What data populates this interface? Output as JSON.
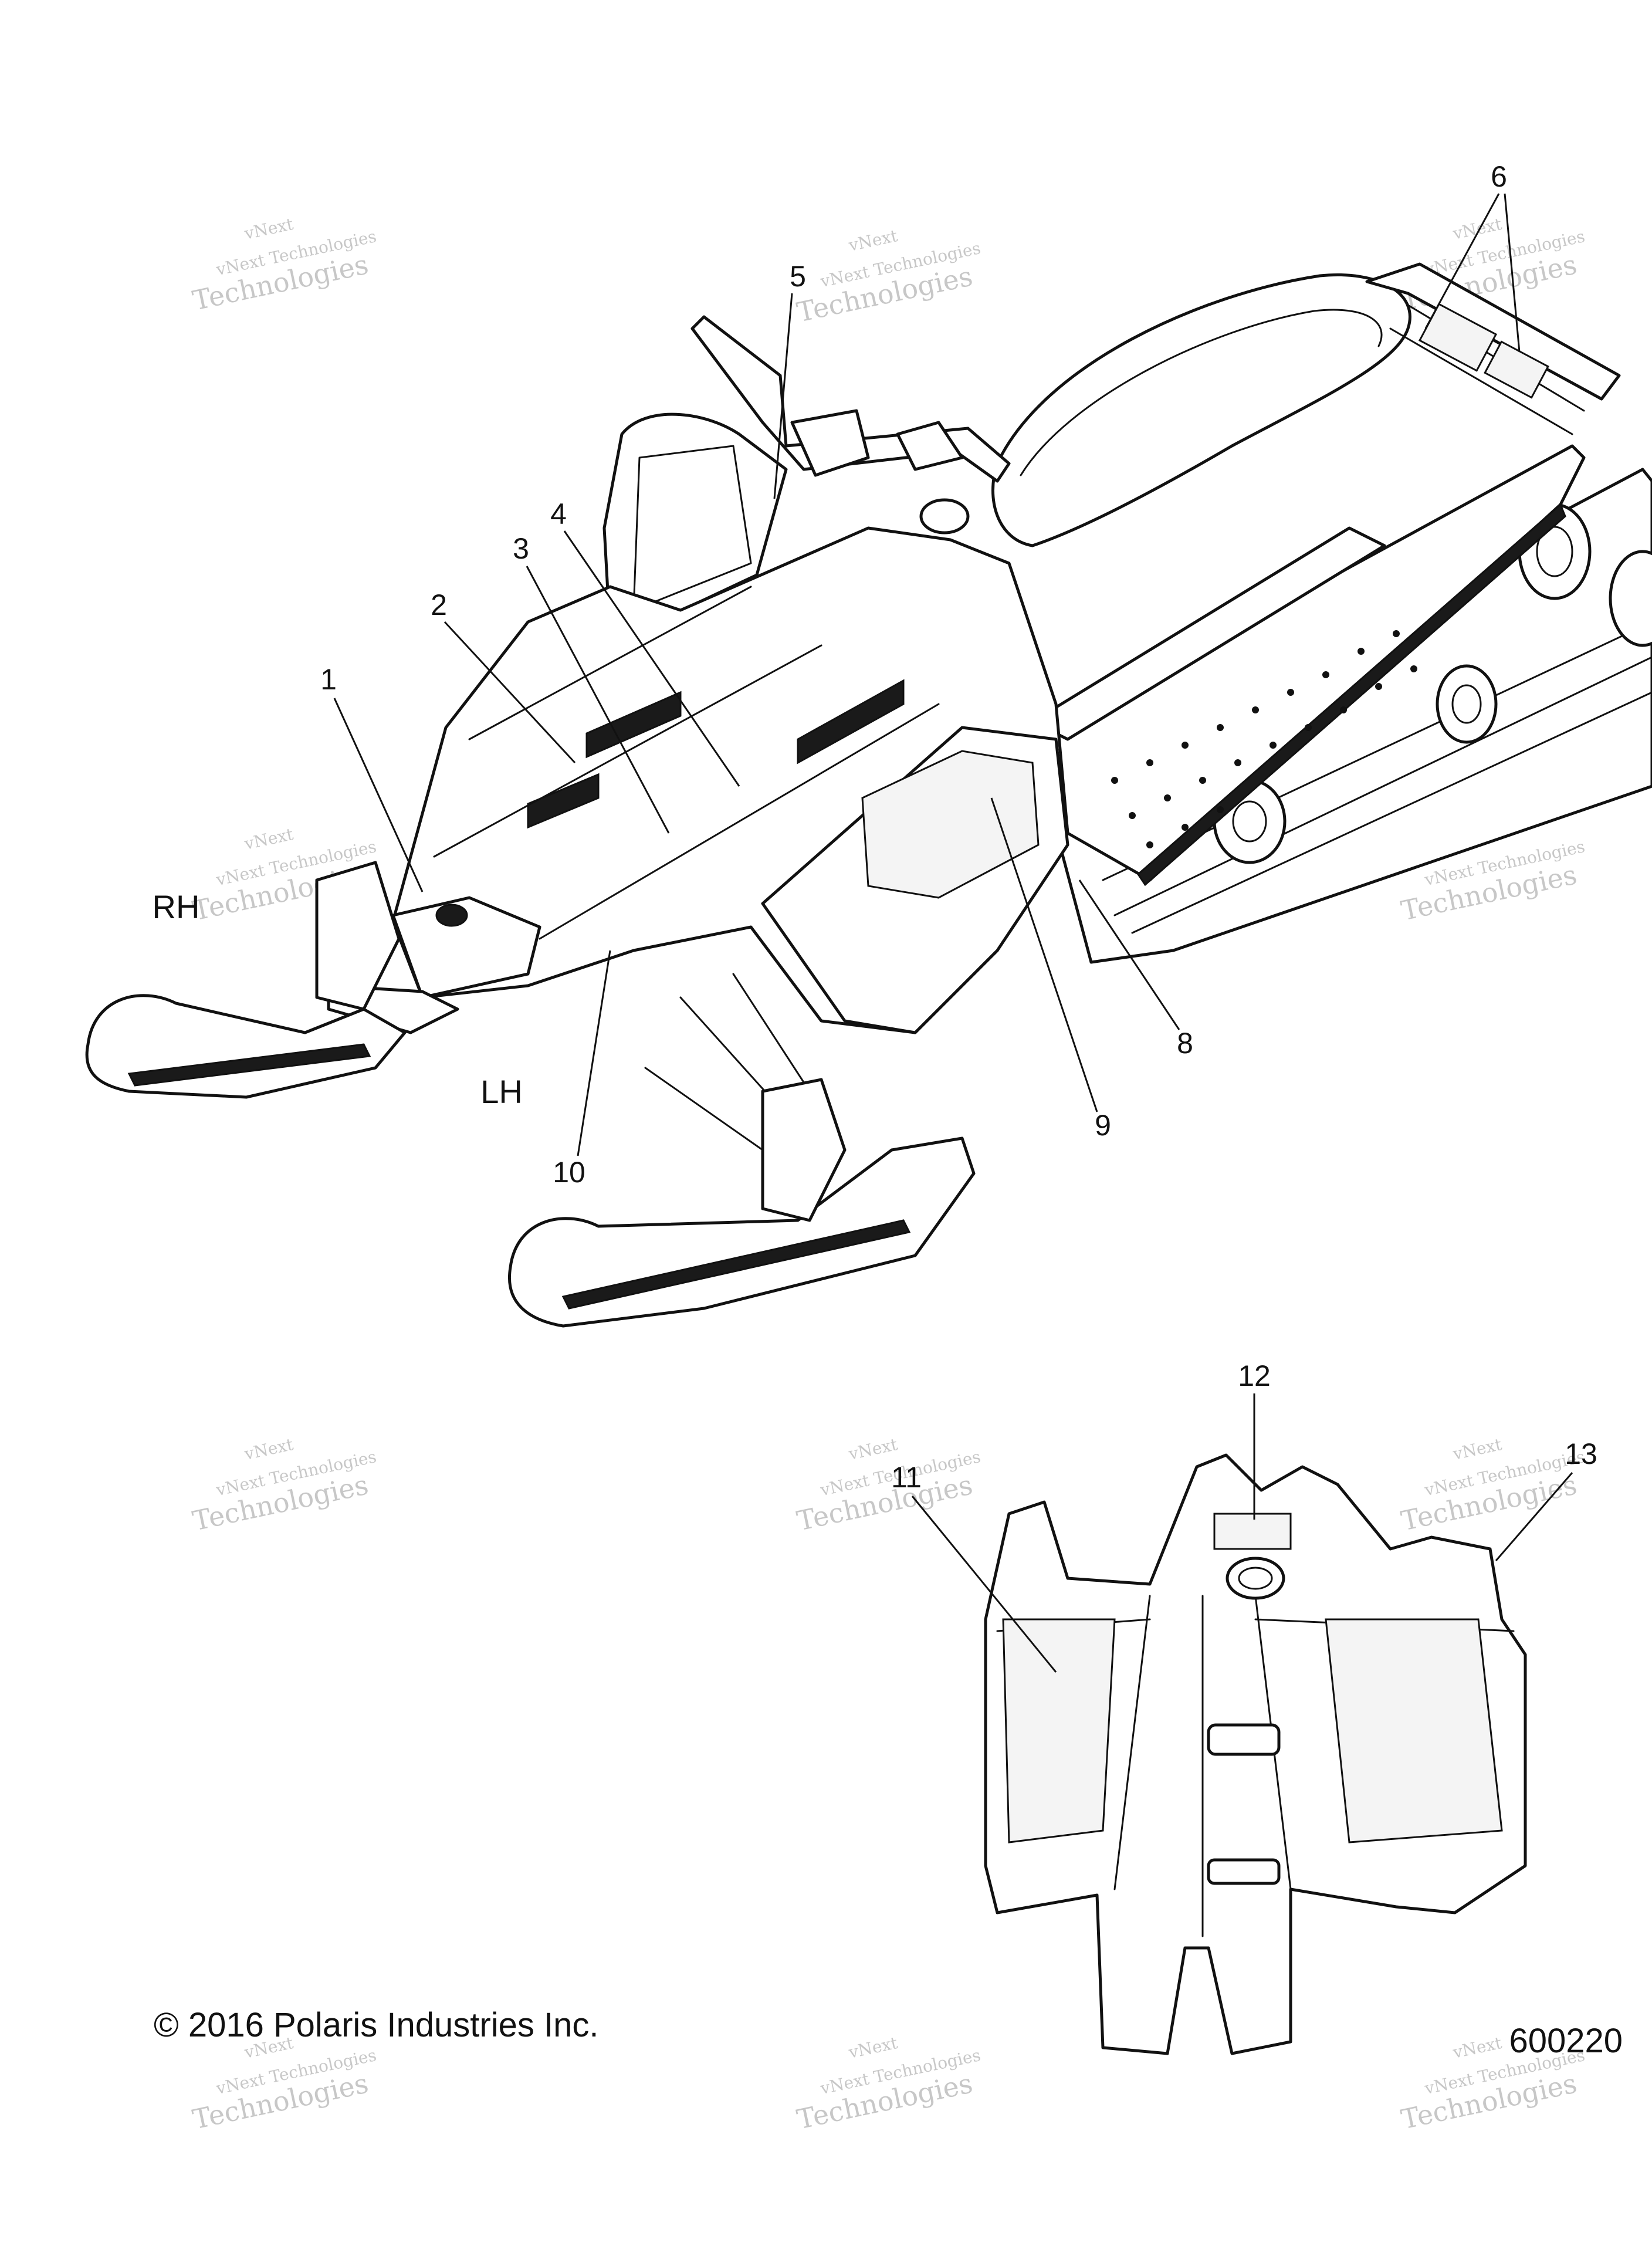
{
  "callouts": [
    {
      "id": "1",
      "label": "1"
    },
    {
      "id": "2",
      "label": "2"
    },
    {
      "id": "3",
      "label": "3"
    },
    {
      "id": "4",
      "label": "4"
    },
    {
      "id": "5",
      "label": "5"
    },
    {
      "id": "6",
      "label": "6"
    },
    {
      "id": "8",
      "label": "8"
    },
    {
      "id": "9",
      "label": "9"
    },
    {
      "id": "10",
      "label": "10"
    },
    {
      "id": "11",
      "label": "11"
    },
    {
      "id": "12",
      "label": "12"
    },
    {
      "id": "13",
      "label": "13"
    }
  ],
  "side_labels": {
    "rh": "RH",
    "lh": "LH"
  },
  "watermark": {
    "line1": "vNext",
    "line2": "vNext Technologies",
    "line3": "Technologies"
  },
  "footer": {
    "copyright": "© 2016 Polaris Industries Inc.",
    "figure_number": "600220"
  }
}
